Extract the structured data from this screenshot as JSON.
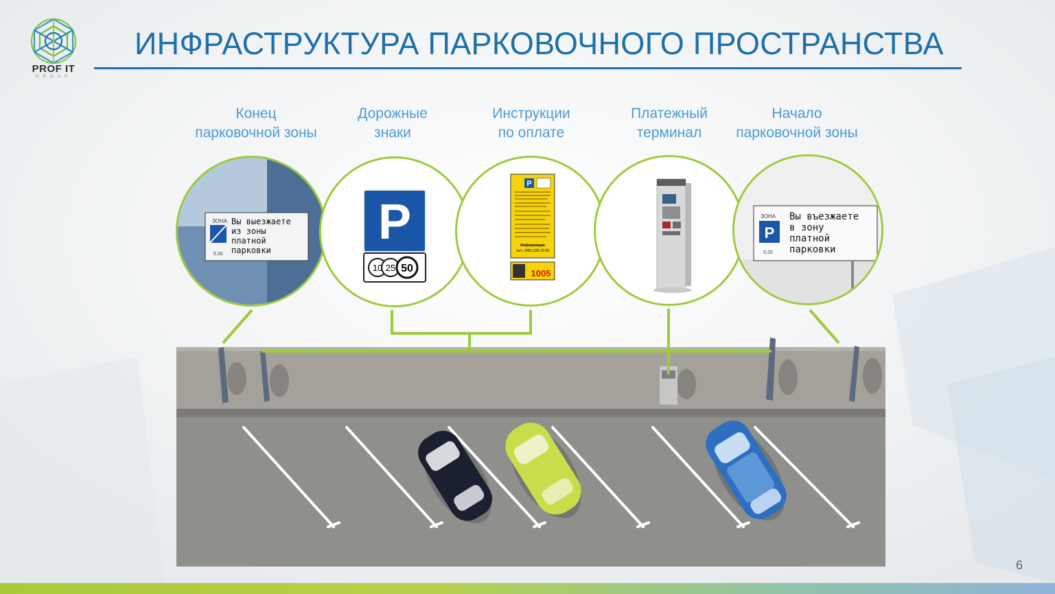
{
  "slide": {
    "title": "ИНФРАСТРУКТУРА ПАРКОВОЧНОГО ПРОСТРАНСТВА",
    "page_number": "6"
  },
  "logo": {
    "name": "PROF IT",
    "sub": "GROUP"
  },
  "items": [
    {
      "line1": "Конец",
      "line2": "парковочной зоны",
      "icon": "zone-exit-sign-icon"
    },
    {
      "line1": "Дорожные",
      "line2": "знаки",
      "icon": "parking-sign-icon"
    },
    {
      "line1": "Инструкции",
      "line2": "по оплате",
      "icon": "payment-instructions-icon"
    },
    {
      "line1": "Платежный",
      "line2": "терминал",
      "icon": "payment-terminal-icon"
    },
    {
      "line1": "Начало",
      "line2": "парковочной зоны",
      "icon": "zone-entry-sign-icon"
    }
  ],
  "signs": {
    "zone_word": "ЗОНА",
    "exit_text": [
      "Вы выезжаете",
      "из зоны",
      "платной",
      "парковки"
    ],
    "entry_text": [
      "Вы въезжаете",
      "в зону",
      "платной",
      "парковки"
    ],
    "plate_code": "5.20",
    "parking_letter": "P",
    "time_plate": [
      "10",
      "25",
      "50"
    ],
    "instr_code": "1005",
    "instr_info": "Информация",
    "instr_phone": "тел.: (495) 539-22-99"
  },
  "colors": {
    "accent_green": "#9ccb3b",
    "title_blue": "#1d6fa9",
    "label_blue": "#4a9bd2",
    "sign_blue": "#1b57a8",
    "instruction_yellow": "#f4d20c"
  }
}
